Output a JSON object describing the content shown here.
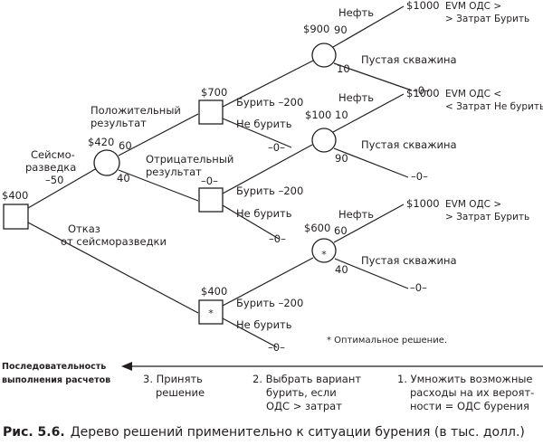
{
  "start": {
    "value": "$400",
    "label1": "Сейсмо-",
    "label2": "разведка",
    "label3": "–50"
  },
  "chance_seismic": {
    "value": "$420",
    "prob_pos": "60",
    "prob_neg": "40"
  },
  "pos_branch": {
    "line1": "Положительный",
    "line2": "результат"
  },
  "neg_branch": {
    "line1": "Отрицательный",
    "line2": "результат"
  },
  "refuse_branch": {
    "line1": "Отказ",
    "line2": "от сейсморазведки"
  },
  "d_pos": {
    "value": "$700"
  },
  "d_neg": {
    "value": "–0–"
  },
  "d_refuse": {
    "value": "$400",
    "mark": "*"
  },
  "labels": {
    "drill": "Бурить –200",
    "no_drill": "Не бурить",
    "zero": "–0–",
    "oil": "Нефть",
    "dry": "Пустая скважина"
  },
  "c_pos": {
    "value": "$900",
    "p_oil": "90",
    "p_dry": "10",
    "payoff": "$1000",
    "note1": "EVM ОДС >",
    "note2": "> Затрат Бурить"
  },
  "c_neg": {
    "value": "$100",
    "p_oil": "10",
    "p_dry": "90",
    "payoff": "$1000",
    "note1": "EVM ОДС <",
    "note2": "< Затрат Не бурить"
  },
  "c_refuse": {
    "value": "$600",
    "mark": "*",
    "p_oil": "60",
    "p_dry": "40",
    "payoff": "$1000",
    "note1": "EVM ОДС >",
    "note2": "> Затрат Бурить"
  },
  "footnote": "* Оптимальное решение.",
  "sequence": {
    "title1": "Последовательность",
    "title2": "выполнения расчетов",
    "step3_1": "3. Принять",
    "step3_2": "решение",
    "step2_1": "2. Выбрать вариант",
    "step2_2": "бурить, если",
    "step2_3": "ОДС > затрат",
    "step1_1": "1. Умножить возможные",
    "step1_2": "расходы на их вероят-",
    "step1_3": "ности = ОДС бурения"
  },
  "caption": {
    "number": "Рис. 5.6.",
    "text": "Дерево решений применительно к ситуации бурения (в тыс. долл.)"
  }
}
